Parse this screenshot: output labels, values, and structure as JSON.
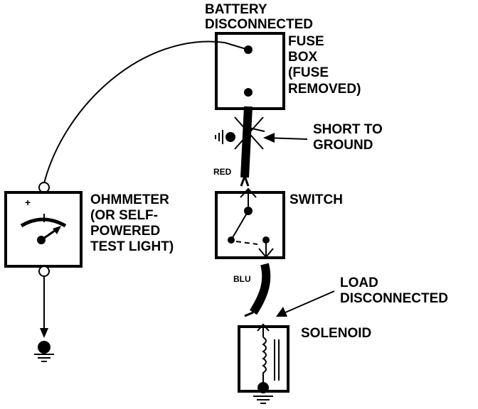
{
  "labels": {
    "battery_line1": "BATTERY",
    "battery_line2": "DISCONNECTED",
    "fuse_line1": "FUSE",
    "fuse_line2": "BOX",
    "fuse_line3": "(FUSE",
    "fuse_line4": "REMOVED)",
    "short_line1": "SHORT TO",
    "short_line2": "GROUND",
    "red_wire": "RED",
    "switch": "SWITCH",
    "ohm_line1": "OHMMETER",
    "ohm_line2": "(OR SELF-",
    "ohm_line3": "POWERED",
    "ohm_line4": "TEST LIGHT)",
    "blu_wire": "BLU",
    "load_line1": "LOAD",
    "load_line2": "DISCONNECTED",
    "solenoid": "SOLENOID",
    "meter_plus": "+"
  },
  "colors": {
    "ink": "#000000",
    "paper": "#ffffff"
  }
}
